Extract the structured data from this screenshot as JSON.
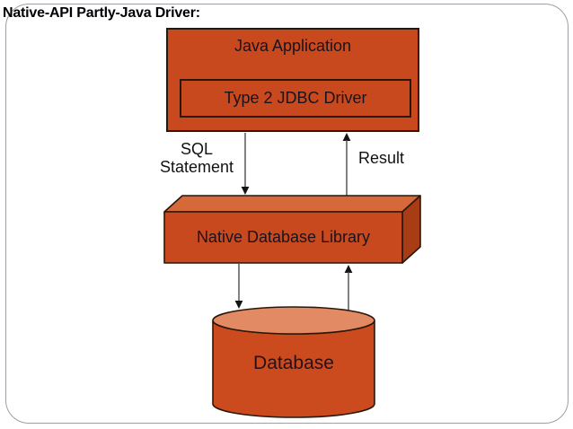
{
  "slide": {
    "title": "Native-API Partly-Java Driver:"
  },
  "diagram": {
    "app_box": {
      "label": "Java Application"
    },
    "driver_box": {
      "label": "Type 2 JDBC Driver"
    },
    "native_library_box": {
      "label": "Native Database Library"
    },
    "database_cylinder": {
      "label": "Database"
    },
    "flow_labels": {
      "sql": "SQL Statement",
      "result": "Result"
    }
  },
  "colors": {
    "box_fill": "#c8491d",
    "box_border": "#2b1708",
    "library_top_face": "#d5693a",
    "library_right_face": "#a83c14",
    "cylinder_body": "#cc4b1e",
    "cylinder_top": "#e28a63",
    "arrow_line": "#4d4d4d",
    "arrow_head": "#141414",
    "frame_border": "#9aa0a6",
    "label_text": "#19131f",
    "title_text": "#000000"
  }
}
